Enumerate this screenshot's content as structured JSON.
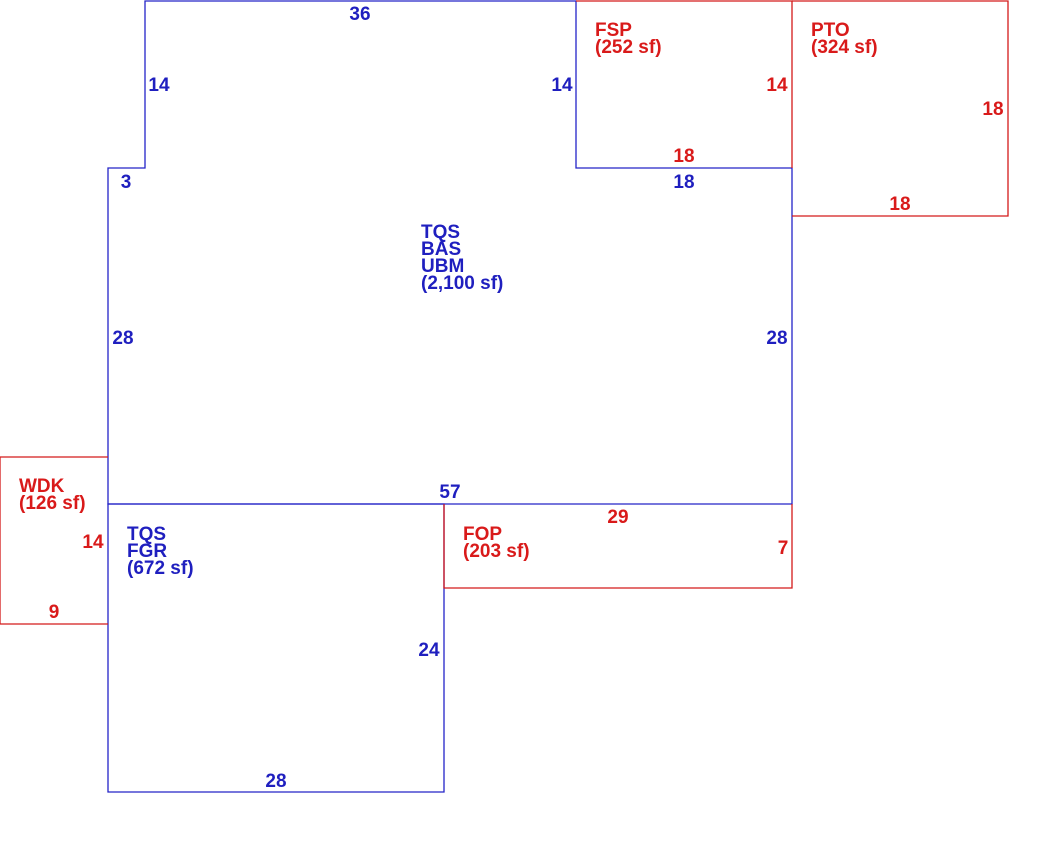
{
  "colors": {
    "main_line": "#2424c8",
    "main_text": "#1f1fbf",
    "addition_line": "#d41a1a",
    "addition_text": "#d91a1a"
  },
  "areas": {
    "main": {
      "code1": "TQS",
      "code2": "BAS",
      "code3": "UBM",
      "area": "(2,100 sf)"
    },
    "garage": {
      "code1": "TQS",
      "code2": "FGR",
      "area": "(672 sf)"
    },
    "fsp": {
      "code": "FSP",
      "area": "(252 sf)"
    },
    "pto": {
      "code": "PTO",
      "area": "(324 sf)"
    },
    "wdk": {
      "code": "WDK",
      "area": "(126 sf)"
    },
    "fop": {
      "code": "FOP",
      "area": "(203 sf)"
    }
  },
  "dims": {
    "main_top": "36",
    "main_upper_left": "14",
    "main_step": "3",
    "main_left": "28",
    "main_right": "28",
    "main_fsp_left": "14",
    "main_fsp_bottom": "18",
    "main_bottom": "57",
    "garage_right": "24",
    "garage_bottom": "28",
    "fsp_right": "14",
    "fsp_bottom": "18",
    "pto_right": "18",
    "pto_bottom": "18",
    "wdk_right": "14",
    "wdk_bottom": "9",
    "fop_top": "29",
    "fop_right": "7"
  }
}
